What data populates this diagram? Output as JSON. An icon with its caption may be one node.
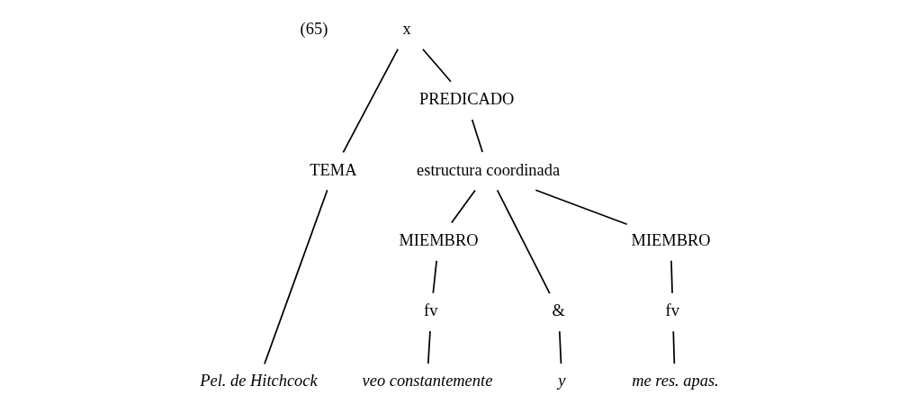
{
  "diagram": {
    "nodes": [
      {
        "text": [
          "x"
        ]
      },
      {
        "text": [
          "TEMA"
        ]
      },
      {
        "text": [
          "PREDICADO"
        ]
      },
      {
        "text": [
          "estructura coordinada"
        ]
      },
      {
        "text": [
          "MIEMBRO"
        ]
      },
      {
        "text": [
          "&"
        ]
      },
      {
        "text": [
          "MIEMBRO"
        ]
      },
      {
        "text": [
          "fv"
        ]
      },
      {
        "text": [
          "fv"
        ]
      },
      {
        "text": [
          "Pel. de Hitchcock"
        ]
      },
      {
        "text": [
          "veo constantemente"
        ]
      },
      {
        "text": [
          "y"
        ]
      },
      {
        "text": [
          "me res. apas."
        ]
      }
    ],
    "edges": [
      {
        "from": 0,
        "to": 1,
        "arrow": "none"
      },
      {
        "from": 0,
        "to": 2,
        "arrow": "none"
      },
      {
        "from": 2,
        "to": 3,
        "arrow": "none"
      },
      {
        "from": 3,
        "to": 4,
        "arrow": "none"
      },
      {
        "from": 3,
        "to": 5,
        "arrow": "none"
      },
      {
        "from": 3,
        "to": 6,
        "arrow": "none"
      },
      {
        "from": 4,
        "to": 7,
        "arrow": "none"
      },
      {
        "from": 6,
        "to": 8,
        "arrow": "none"
      },
      {
        "from": 1,
        "to": 9,
        "arrow": "none"
      },
      {
        "from": 7,
        "to": 10,
        "arrow": "none"
      },
      {
        "from": 5,
        "to": 11,
        "arrow": "none"
      },
      {
        "from": 8,
        "to": 12,
        "arrow": "none"
      }
    ],
    "labels": [
      "(65)"
    ]
  }
}
